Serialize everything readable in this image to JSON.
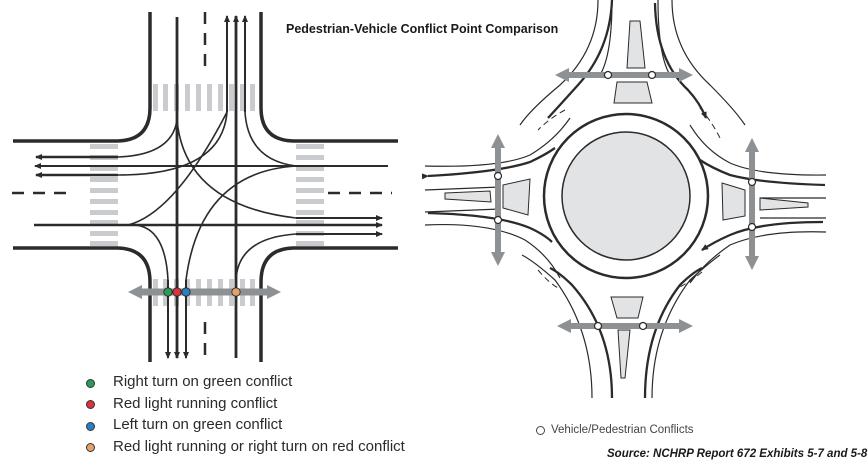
{
  "title": "Pedestrian-Vehicle Conflict Point Comparison",
  "signalized_intersection": {
    "conflict_points": [
      {
        "type": "right-turn-on-green",
        "color": "#2e9a5a"
      },
      {
        "type": "red-light-running",
        "color": "#d9353f"
      },
      {
        "type": "left-turn-on-green",
        "color": "#2a7fbf"
      },
      {
        "type": "red-light-running-or-right-turn-on-red",
        "color": "#e0a36e"
      }
    ],
    "legend": [
      {
        "label": "Right turn on green conflict",
        "color": "#2e9a5a"
      },
      {
        "label": "Red light running conflict",
        "color": "#d9353f"
      },
      {
        "label": "Left turn on green conflict",
        "color": "#2a7fbf"
      },
      {
        "label": "Red light running or right turn on red conflict",
        "color": "#e0a36e"
      }
    ]
  },
  "roundabout": {
    "conflict_count": 8,
    "legend_label": "Vehicle/Pedestrian Conflicts"
  },
  "colors": {
    "road_line": "#2b2b2b",
    "crosswalk": "#c9cbce",
    "ped_arrow": "#8e9193",
    "island_fill": "#e2e3e5"
  },
  "source": "Source: NCHRP Report 672 Exhibits 5-7 and 5-8"
}
